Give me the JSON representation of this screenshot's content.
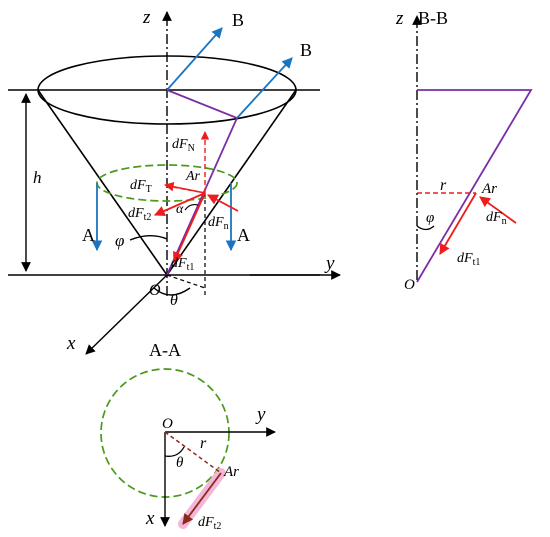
{
  "main_view": {
    "axis_z": "z",
    "axis_y": "y",
    "axis_x": "x",
    "origin": "O",
    "height": "h",
    "angle_phi": "φ",
    "angle_theta": "θ",
    "angle_alpha": "α",
    "point": "Ar",
    "section_A_left": "A",
    "section_A_right": "A",
    "section_B_top": "B",
    "section_B_right": "B",
    "force_N": {
      "base": "dF",
      "sub": "N"
    },
    "force_T": {
      "base": "dF",
      "sub": "T"
    },
    "force_t2": {
      "base": "dF",
      "sub": "t2"
    },
    "force_n": {
      "base": "dF",
      "sub": "n"
    },
    "force_t1": {
      "base": "dF",
      "sub": "t1"
    }
  },
  "view_BB": {
    "title": "B-B",
    "axis_z": "z",
    "origin": "O",
    "radius": "r",
    "point": "Ar",
    "angle_phi": "φ",
    "force_n": {
      "base": "dF",
      "sub": "n"
    },
    "force_t1": {
      "base": "dF",
      "sub": "t1"
    }
  },
  "view_AA": {
    "title": "A-A",
    "axis_y": "y",
    "axis_x": "x",
    "origin": "O",
    "radius": "r",
    "point": "Ar",
    "angle_theta": "θ",
    "force_t2": {
      "base": "dF",
      "sub": "t2"
    }
  },
  "colors": {
    "line": "#000000",
    "force_red": "#ee1c1c",
    "section_blue": "#1a75c0",
    "path_purple": "#7b2ea8",
    "circle_green": "#4a9a1a",
    "highlight_pink": "#f4b6d8",
    "radius_brown": "#8a2a1a"
  }
}
